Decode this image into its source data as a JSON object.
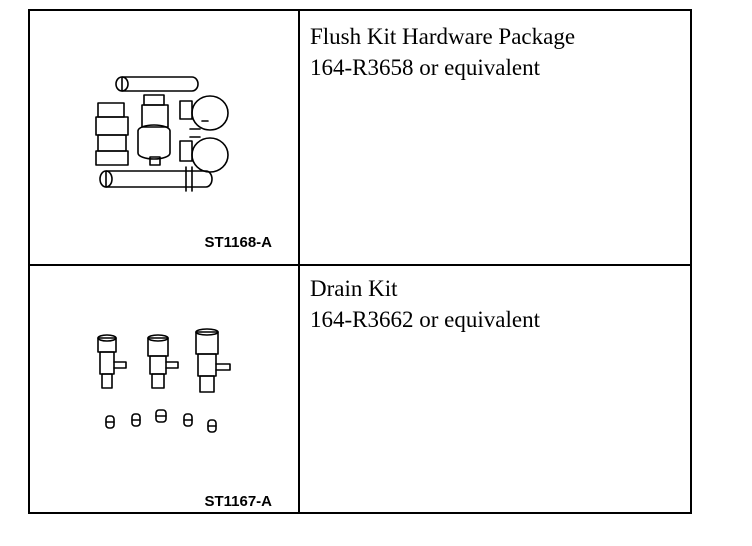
{
  "rows": [
    {
      "figure_id": "ST1168-A",
      "figure_icon": "flush-kit-parts-illustration",
      "title": "Flush Kit Hardware Package",
      "part_number": "164-R3658 or equivalent"
    },
    {
      "figure_id": "ST1167-A",
      "figure_icon": "drain-kit-parts-illustration",
      "title": "Drain Kit",
      "part_number": "164-R3662 or equivalent"
    }
  ]
}
